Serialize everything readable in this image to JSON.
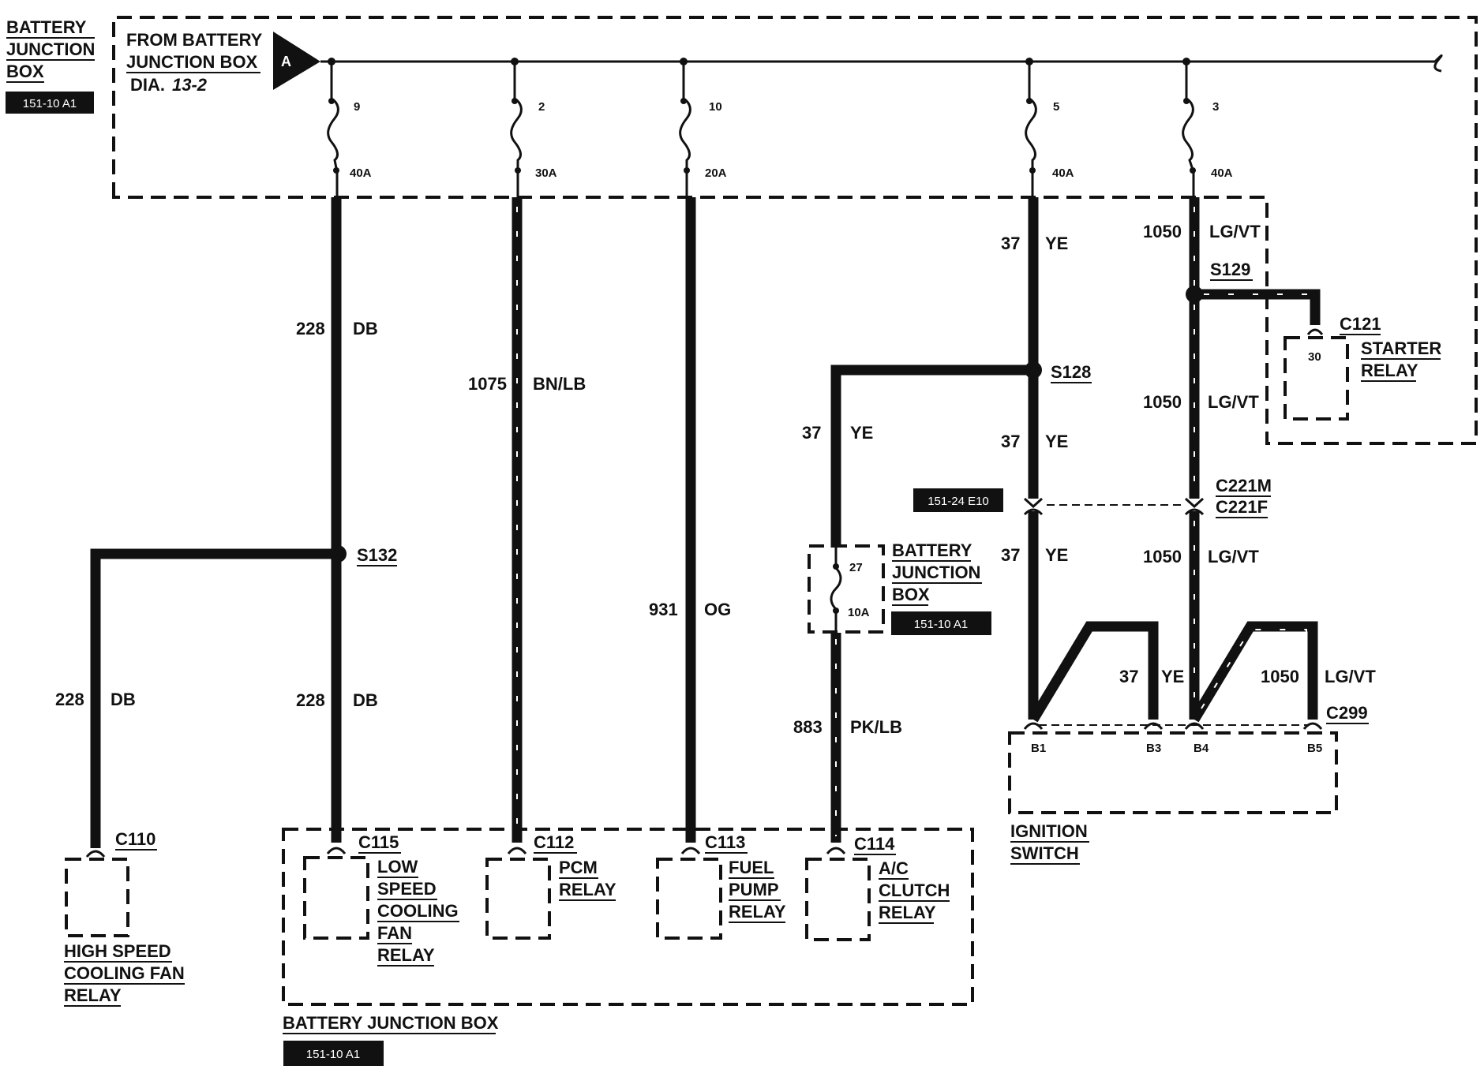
{
  "title_block": {
    "lines": [
      "BATTERY",
      "JUNCTION",
      "BOX"
    ],
    "ref": "151-10 A1"
  },
  "source": {
    "lines": [
      "FROM BATTERY",
      "JUNCTION BOX"
    ],
    "dia_label": "DIA.",
    "dia_value": "13-2",
    "connector": "A"
  },
  "fuses": [
    {
      "number": "9",
      "rating": "40A"
    },
    {
      "number": "2",
      "rating": "30A"
    },
    {
      "number": "10",
      "rating": "20A"
    },
    {
      "number": "5",
      "rating": "40A"
    },
    {
      "number": "3",
      "rating": "40A"
    }
  ],
  "wires": {
    "w228_main": {
      "circuit": "228",
      "color": "DB"
    },
    "w1075": {
      "circuit": "1075",
      "color": "BN/LB"
    },
    "w931": {
      "circuit": "931",
      "color": "OG"
    },
    "w37_top": {
      "circuit": "37",
      "color": "YE"
    },
    "w1050_top": {
      "circuit": "1050",
      "color": "LG/VT"
    },
    "w37_branch": {
      "circuit": "37",
      "color": "YE"
    },
    "w37_mid": {
      "circuit": "37",
      "color": "YE"
    },
    "w1050_mid": {
      "circuit": "1050",
      "color": "LG/VT"
    },
    "w37_low": {
      "circuit": "37",
      "color": "YE"
    },
    "w1050_low": {
      "circuit": "1050",
      "color": "LG/VT"
    },
    "w37_ign": {
      "circuit": "37",
      "color": "YE"
    },
    "w1050_ign": {
      "circuit": "1050",
      "color": "LG/VT"
    },
    "w228_left": {
      "circuit": "228",
      "color": "DB"
    },
    "w228_low": {
      "circuit": "228",
      "color": "DB"
    },
    "w883": {
      "circuit": "883",
      "color": "PK/LB"
    }
  },
  "splices": {
    "s132": "S132",
    "s128": "S128",
    "s129": "S129"
  },
  "connectors": {
    "c121": "C121",
    "c221m": "C221M",
    "c221f": "C221F",
    "c299": "C299",
    "c110": "C110",
    "c115": "C115",
    "c112": "C112",
    "c113": "C113",
    "c114": "C114"
  },
  "components": {
    "starter_relay": {
      "lines": [
        "STARTER",
        "RELAY"
      ],
      "pin": "30"
    },
    "inline_fuse_box": {
      "lines": [
        "BATTERY",
        "JUNCTION",
        "BOX"
      ],
      "fuse_number": "27",
      "fuse_rating": "10A",
      "ref": "151-10 A1"
    },
    "ignition_switch": {
      "lines": [
        "IGNITION",
        "SWITCH"
      ],
      "pins": [
        "B1",
        "B3",
        "B4",
        "B5"
      ]
    },
    "high_speed_fan_relay": {
      "lines": [
        "HIGH SPEED",
        "COOLING FAN",
        "RELAY"
      ]
    },
    "low_speed_fan_relay": {
      "lines": [
        "LOW",
        "SPEED",
        "COOLING",
        "FAN",
        "RELAY"
      ]
    },
    "pcm_relay": {
      "lines": [
        "PCM",
        "RELAY"
      ]
    },
    "fuel_pump_relay": {
      "lines": [
        "FUEL",
        "PUMP",
        "RELAY"
      ]
    },
    "ac_clutch_relay": {
      "lines": [
        "A/C",
        "CLUTCH",
        "RELAY"
      ]
    }
  },
  "inline_connector_ref": "151-24 E10",
  "bottom_box": {
    "label": "BATTERY JUNCTION BOX",
    "ref": "151-10 A1"
  }
}
